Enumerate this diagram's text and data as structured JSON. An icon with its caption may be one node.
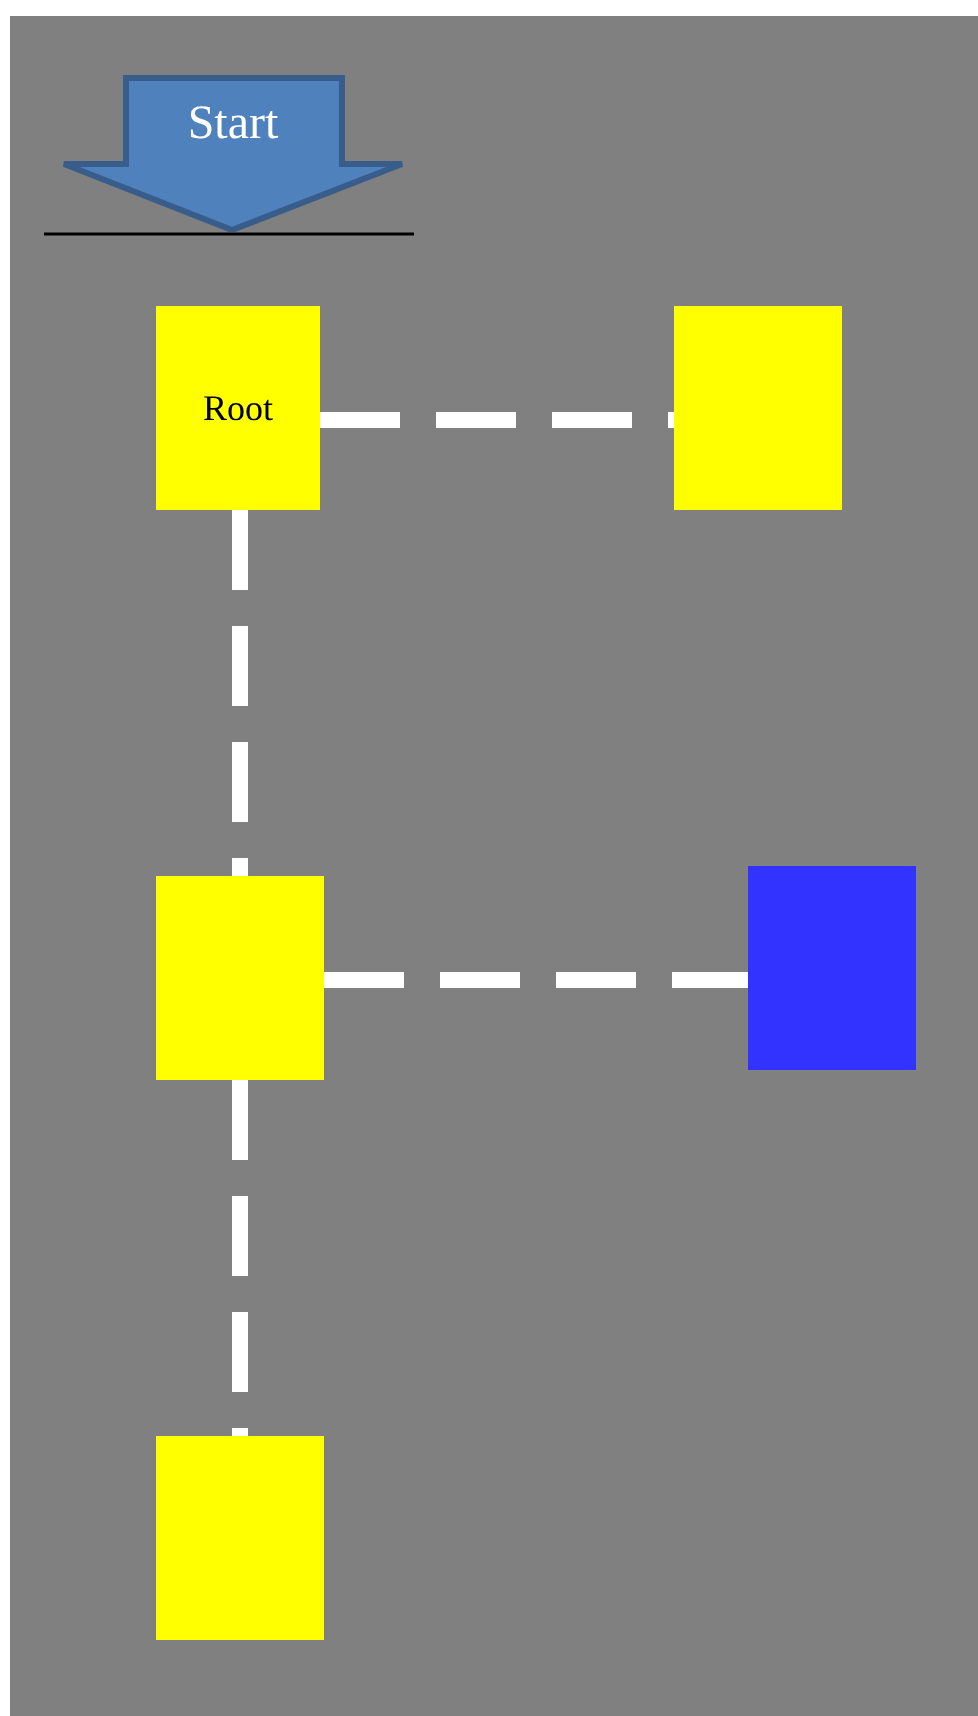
{
  "diagram": {
    "nodes": [
      {
        "text": [
          "Start"
        ]
      },
      {
        "text": [
          "Root"
        ]
      },
      {
        "text": [],
        "shape": "box"
      },
      {
        "text": [],
        "shape": "box"
      },
      {
        "text": [],
        "shape": "box"
      },
      {
        "text": [],
        "shape": "box"
      }
    ],
    "edges": [
      {
        "from": 1,
        "to": 2,
        "arrow": "none",
        "style": "dashed"
      },
      {
        "from": 1,
        "to": 3,
        "arrow": "none",
        "style": "dashed"
      },
      {
        "from": 3,
        "to": 4,
        "arrow": "none",
        "style": "dashed"
      },
      {
        "from": 3,
        "to": 5,
        "arrow": "none",
        "style": "dashed"
      }
    ]
  }
}
